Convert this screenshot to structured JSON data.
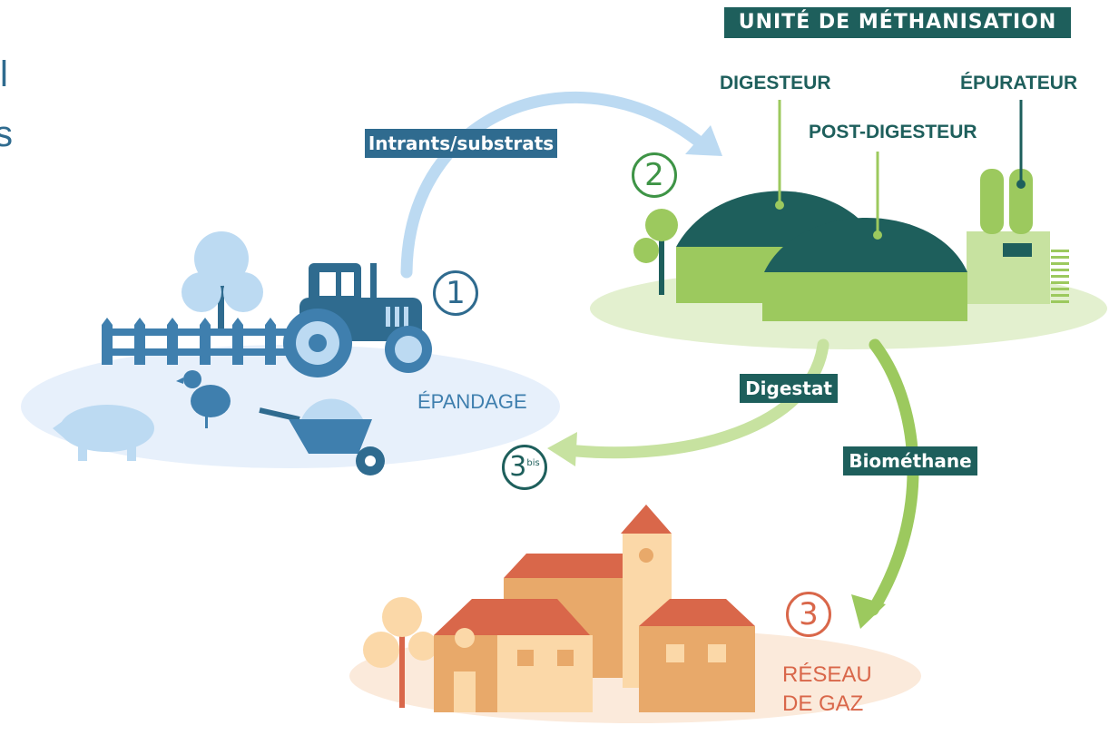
{
  "title": "UNITÉ DE MÉTHANISATION",
  "components": {
    "digester": "DIGESTEUR",
    "post_digester": "POST-DIGESTEUR",
    "purifier": "ÉPURATEUR"
  },
  "flows": {
    "inputs": "Intrants/substrats",
    "digestate": "Digestat",
    "biomethane": "Biométhane"
  },
  "zones": {
    "spreading": "ÉPANDAGE",
    "gas_network_line1": "RÉSEAU",
    "gas_network_line2": "DE GAZ"
  },
  "steps": {
    "one": "1",
    "two": "2",
    "three": "3",
    "three_bis_num": "3",
    "three_bis_sup": "bis"
  },
  "edge_text": {
    "top": "l",
    "bottom": "s"
  },
  "colors": {
    "dark_teal": "#1e5f5c",
    "blue_label": "#2f6b8f",
    "green": "#9cc95e",
    "light_green": "#c7e2a0",
    "light_blue": "#bcdaf2",
    "mid_blue": "#3f7fae",
    "orange": "#d9674a",
    "tan": "#e8a96a"
  }
}
